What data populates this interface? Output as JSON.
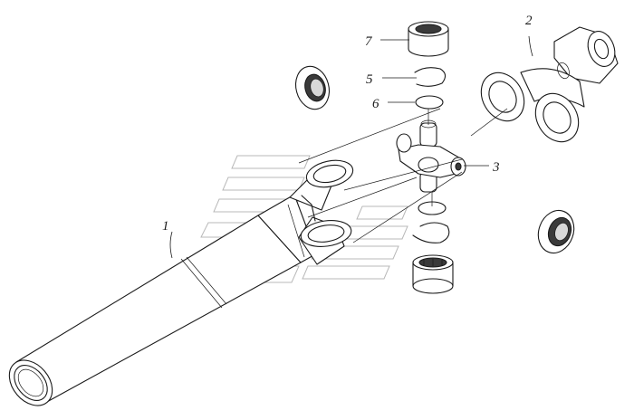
{
  "callouts": [
    {
      "id": "shaft",
      "text": "1"
    },
    {
      "id": "flange-yoke",
      "text": "2"
    },
    {
      "id": "cross",
      "text": "3"
    },
    {
      "id": "retaining-ring",
      "text": "5"
    },
    {
      "id": "seal-ring",
      "text": "6"
    },
    {
      "id": "bearing-cup",
      "text": "7"
    }
  ],
  "colors": {
    "ink": "#1a1a1a",
    "watermark": "#b8b8b8",
    "paper": "#ffffff"
  }
}
